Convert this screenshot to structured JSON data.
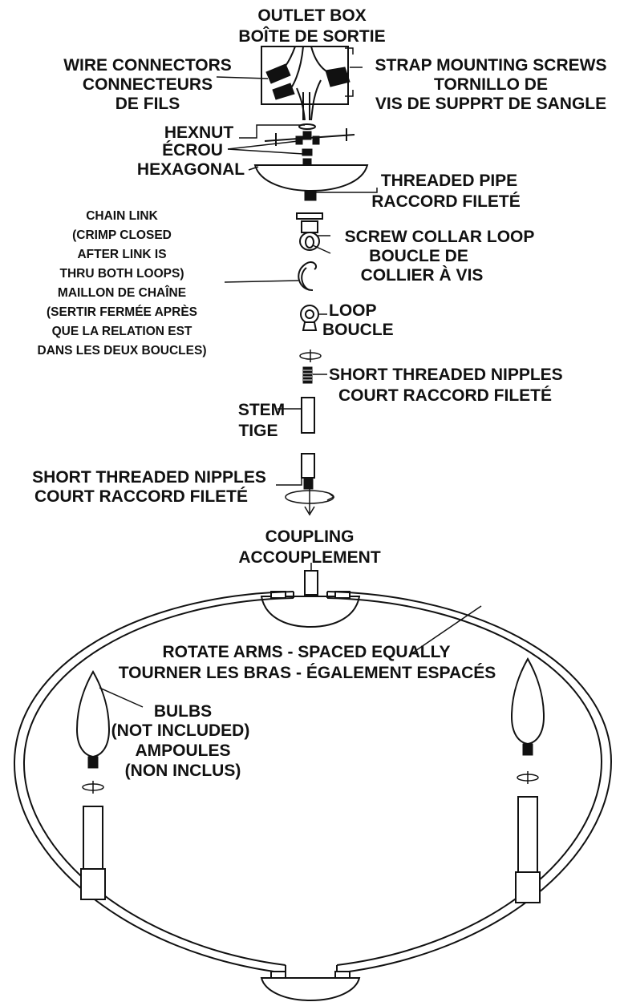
{
  "labels": {
    "outlet_box": [
      "OUTLET BOX",
      "BOÎTE DE SORTIE"
    ],
    "wire_connectors": [
      "WIRE CONNECTORS",
      "CONNECTEURS",
      "DE FILS"
    ],
    "strap_screws": [
      "STRAP MOUNTING SCREWS",
      "TORNILLO DE",
      "VIS DE SUPPRT DE SANGLE"
    ],
    "hexnut": [
      "HEXNUT",
      "ÉCROU",
      "HEXAGONAL"
    ],
    "threaded_pipe": [
      "THREADED PIPE",
      "RACCORD FILETÉ"
    ],
    "chain_link": [
      "CHAIN LINK",
      "(CRIMP CLOSED",
      "AFTER LINK IS",
      "THRU BOTH LOOPS)",
      "MAILLON DE CHAÎNE",
      "(SERTIR FERMÉE APRÈS",
      "QUE LA RELATION EST",
      "DANS LES DEUX BOUCLES)"
    ],
    "screw_collar": [
      "SCREW COLLAR LOOP",
      "BOUCLE DE",
      "COLLIER À VIS"
    ],
    "loop": [
      "LOOP",
      "BOUCLE"
    ],
    "short_nipples_top": [
      "SHORT THREADED NIPPLES",
      "COURT RACCORD FILETÉ"
    ],
    "stem": [
      "STEM",
      "TIGE"
    ],
    "short_nipples_bottom": [
      "SHORT THREADED NIPPLES",
      "COURT RACCORD FILETÉ"
    ],
    "coupling": [
      "COUPLING",
      "ACCOUPLEMENT"
    ],
    "rotate_arms": [
      "ROTATE ARMS - SPACED EQUALLY",
      "TOURNER LES BRAS - ÉGALEMENT ESPACÉS"
    ],
    "bulbs": [
      "BULBS",
      "(NOT INCLUDED)",
      "AMPOULES",
      "(NON INCLUS)"
    ]
  }
}
